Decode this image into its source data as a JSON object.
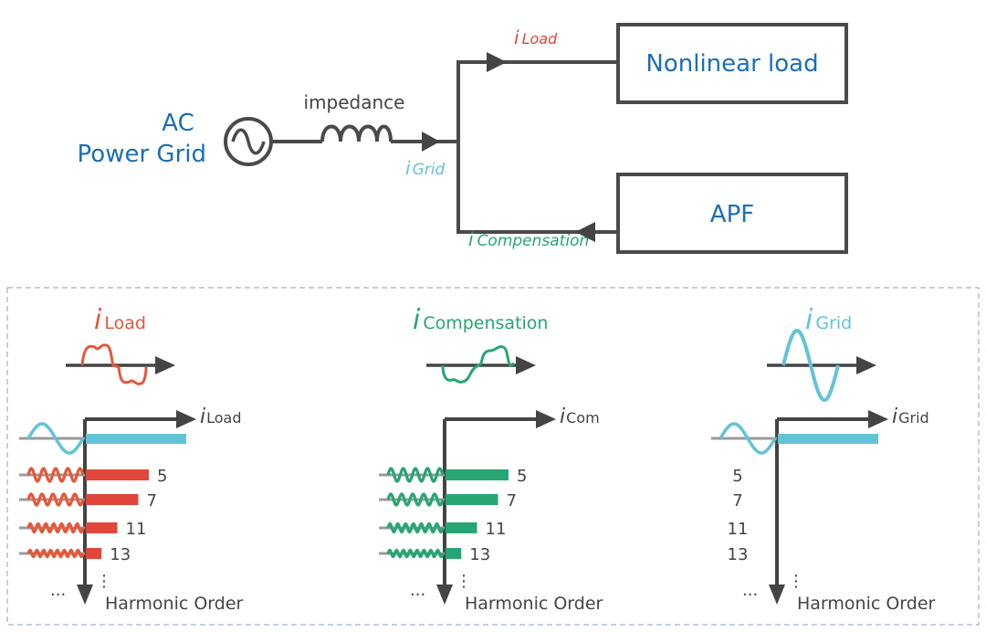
{
  "colors": {
    "wire": "#4a4a4a",
    "label_blue": "#1a6fb5",
    "load_red": "#e0463a",
    "load_wave": "#e5583a",
    "comp_green": "#26a672",
    "grid_cyan": "#63c3d6",
    "gray_line": "#9a9a9a",
    "panel_border": "#9fb0cf"
  },
  "circuit": {
    "source_label_line1": "AC",
    "source_label_line2": "Power Grid",
    "source_icon": "ac-source-icon",
    "impedance_label": "impedance",
    "impedance_icon": "inductor-icon",
    "i_grid": {
      "main": "i",
      "sub": "Grid"
    },
    "i_load": {
      "main": "i",
      "sub": "Load"
    },
    "i_comp": {
      "main": "i",
      "sub": "Compensation"
    },
    "load_box": "Nonlinear load",
    "apf_box": "APF"
  },
  "panels": [
    {
      "id": "load",
      "title": {
        "main": "i",
        "sub": "Load"
      },
      "axis_label": {
        "main": "i",
        "sub": "Load"
      },
      "fundamental_bar": 1.0,
      "harmonics": [
        {
          "order": "5",
          "magnitude": 0.6
        },
        {
          "order": "7",
          "magnitude": 0.5
        },
        {
          "order": "11",
          "magnitude": 0.3
        },
        {
          "order": "13",
          "magnitude": 0.15
        }
      ],
      "ellipsis_h": "...",
      "ellipsis_v": "⋮",
      "y_label": "Harmonic Order"
    },
    {
      "id": "comp",
      "title": {
        "main": "i",
        "sub": "Compensation"
      },
      "axis_label": {
        "main": "i",
        "sub": "Com"
      },
      "fundamental_bar": 0.0,
      "harmonics": [
        {
          "order": "5",
          "magnitude": 0.6
        },
        {
          "order": "7",
          "magnitude": 0.5
        },
        {
          "order": "11",
          "magnitude": 0.3
        },
        {
          "order": "13",
          "magnitude": 0.15
        }
      ],
      "ellipsis_h": "...",
      "ellipsis_v": "⋮",
      "y_label": "Harmonic Order"
    },
    {
      "id": "grid",
      "title": {
        "main": "i",
        "sub": "Grid"
      },
      "axis_label": {
        "main": "i",
        "sub": "Grid"
      },
      "fundamental_bar": 1.0,
      "harmonics": [
        {
          "order": "5",
          "magnitude": 0
        },
        {
          "order": "7",
          "magnitude": 0
        },
        {
          "order": "11",
          "magnitude": 0
        },
        {
          "order": "13",
          "magnitude": 0
        }
      ],
      "ellipsis_h": "...",
      "ellipsis_v": "⋮",
      "y_label": "Harmonic Order"
    }
  ]
}
